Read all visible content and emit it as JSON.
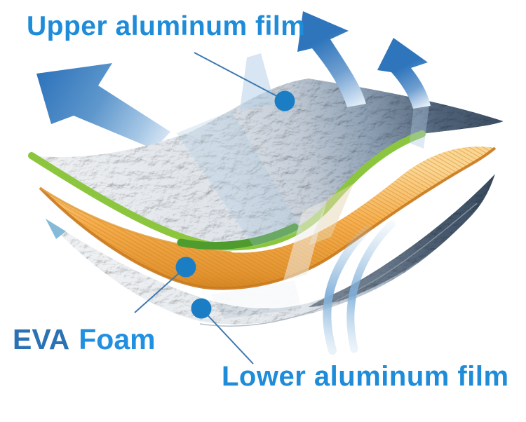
{
  "diagram": {
    "labels": {
      "upper_film": "Upper aluminum film",
      "eva": "EVA",
      "foam": "Foam",
      "lower_film": "Lower aluminum film"
    },
    "layers": [
      {
        "id": "upper-aluminum-film",
        "label": "Upper aluminum film",
        "surface_color": "#D6DBE2",
        "edge_color": "#8CC63E"
      },
      {
        "id": "eva-foam",
        "label": "EVA Foam",
        "surface_color": "#F4A845",
        "edge_color": "#CE7F1F"
      },
      {
        "id": "lower-aluminum-film",
        "label": "Lower aluminum film",
        "surface_color": "#DFE3E8",
        "shadow_color": "#3C4E62"
      }
    ],
    "markers": [
      {
        "layer": "upper-aluminum-film"
      },
      {
        "layer": "eva-foam"
      },
      {
        "layer": "lower-aluminum-film"
      }
    ],
    "marker_color": "#1B7EC5",
    "callout_line_color": "#3E79B0",
    "label_colors": {
      "film_labels": "#1E8CD8",
      "eva": "#2B72B4",
      "foam": "#2190E0"
    },
    "arrows": {
      "icon": "heat-reflection-arrow",
      "color": "#2E75BC",
      "count": 3
    },
    "background": "#FFFFFF"
  }
}
